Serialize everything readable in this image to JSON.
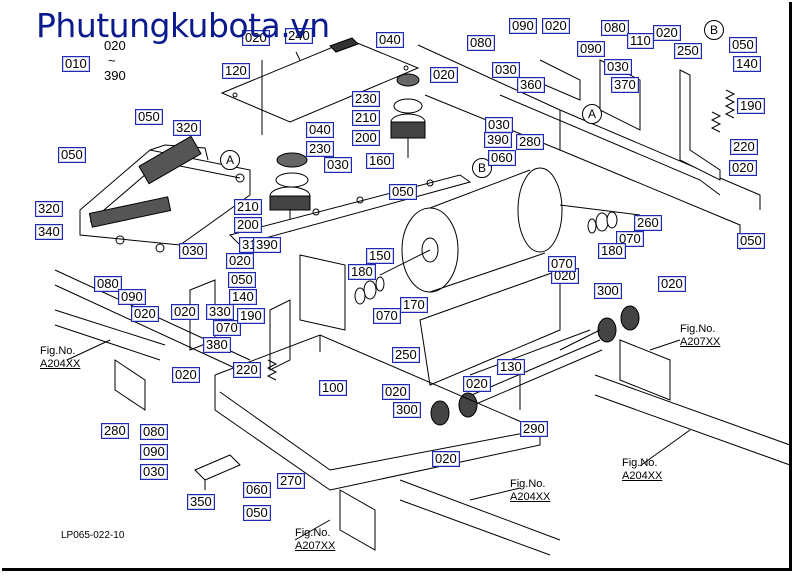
{
  "watermark": "Phutungkubota.vn",
  "drawing_code": "LP065-022-10",
  "range": {
    "from": "020",
    "tilde": "~",
    "to": "390"
  },
  "ref_labels": [
    {
      "prefix": "Fig.No.",
      "code": "A204XX"
    },
    {
      "prefix": "Fig.No.",
      "code": "A207XX"
    },
    {
      "prefix": "Fig.No.",
      "code": "A204XX"
    },
    {
      "prefix": "Fig.No.",
      "code": "A204XX"
    },
    {
      "prefix": "Fig.No.",
      "code": "A207XX"
    }
  ],
  "circle_letters": [
    "A",
    "B",
    "B",
    "A"
  ],
  "callouts": [
    "010",
    "020",
    "240",
    "040",
    "080",
    "090",
    "020",
    "080",
    "090",
    "020",
    "110",
    "050",
    "140",
    "250",
    "120",
    "020",
    "030",
    "360",
    "030",
    "370",
    "190",
    "230",
    "210",
    "200",
    "390",
    "280",
    "030",
    "060",
    "220",
    "050",
    "320",
    "040",
    "230",
    "030",
    "160",
    "020",
    "050",
    "320",
    "340",
    "210",
    "200",
    "050",
    "150",
    "310",
    "390",
    "030",
    "020",
    "180",
    "080",
    "050",
    "090",
    "140",
    "020",
    "330",
    "070",
    "380",
    "190",
    "220",
    "070",
    "020",
    "100",
    "250",
    "170",
    "020",
    "020",
    "130",
    "300",
    "300",
    "020",
    "290",
    "260",
    "070",
    "180",
    "070",
    "020",
    "050",
    "020",
    "280",
    "080",
    "090",
    "030",
    "350",
    "060",
    "270",
    "050",
    "020"
  ]
}
